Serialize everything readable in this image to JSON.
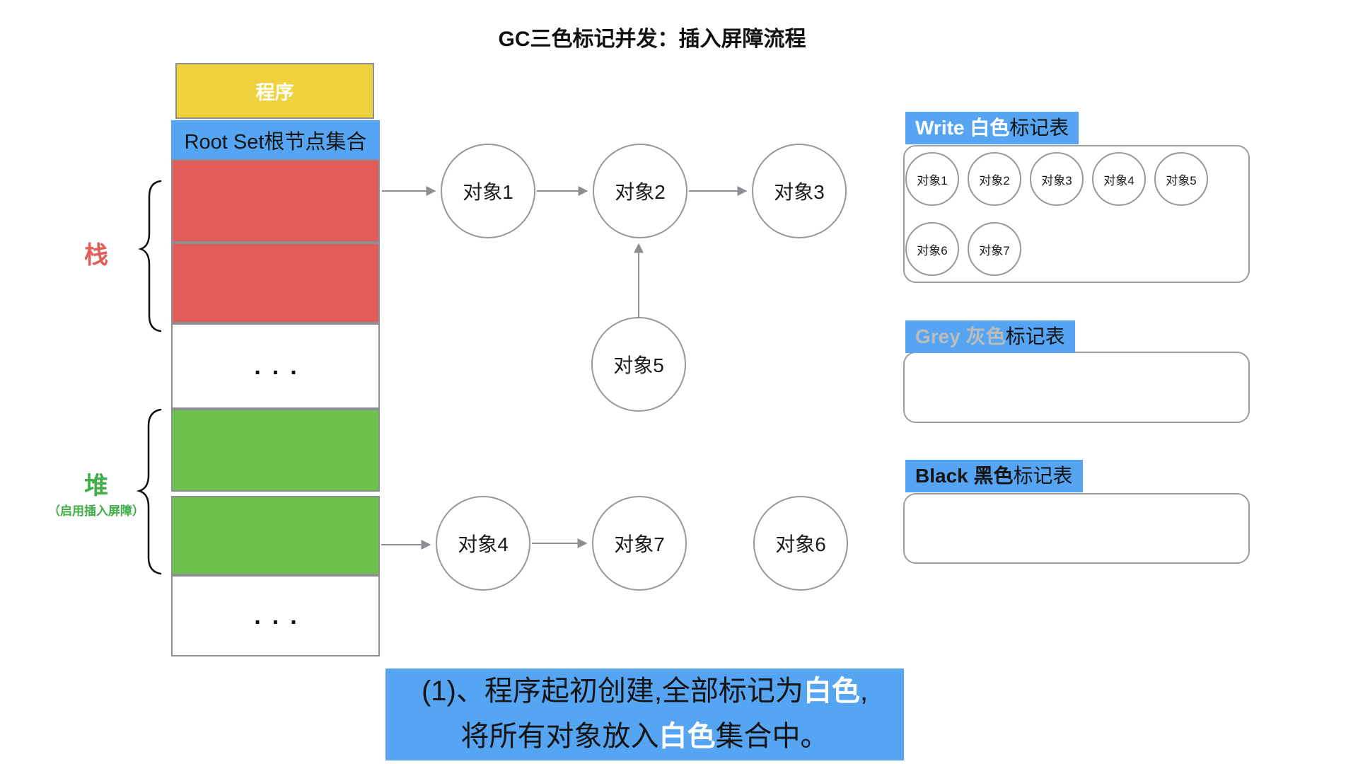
{
  "title": "GC三色标记并发：插入屏障流程",
  "memory": {
    "program": "程序",
    "root_set": "Root Set根节点集合",
    "stack_label": "栈",
    "heap_label": "堆",
    "heap_note": "（启用插入屏障）",
    "ellipsis": "..."
  },
  "nodes": [
    {
      "label": "对象1"
    },
    {
      "label": "对象2"
    },
    {
      "label": "对象3"
    },
    {
      "label": "对象4"
    },
    {
      "label": "对象5"
    },
    {
      "label": "对象6"
    },
    {
      "label": "对象7"
    }
  ],
  "edges": [
    {
      "from": "root-set-stack",
      "to": "对象1"
    },
    {
      "from": "对象1",
      "to": "对象2"
    },
    {
      "from": "对象2",
      "to": "对象3"
    },
    {
      "from": "对象5",
      "to": "对象2"
    },
    {
      "from": "heap",
      "to": "对象4"
    },
    {
      "from": "对象4",
      "to": "对象7"
    }
  ],
  "tables": [
    {
      "title_en": "Write 白色",
      "title_suffix": "标记表",
      "items": [
        "对象1",
        "对象2",
        "对象3",
        "对象4",
        "对象5",
        "对象6",
        "对象7"
      ]
    },
    {
      "title_en": "Grey 灰色",
      "title_suffix": "标记表",
      "items": []
    },
    {
      "title_en": "Black 黑色",
      "title_suffix": "标记表",
      "items": []
    }
  ],
  "caption": {
    "l1a": "(1)、程序起初创建,全部标记为",
    "l1b": "白色",
    "l1c": ",",
    "l2a": "将所有对象放入",
    "l2b": "白色",
    "l2c": "集合中。"
  },
  "colors": {
    "accent_blue": "#55a5f3",
    "stack_red": "#e25d5a",
    "heap_green": "#6cc24c",
    "program_yellow": "#efd23d",
    "grey_label_text": "#bcbcbc",
    "border_grey": "#8d9093",
    "arrow_grey": "#8c8f92"
  }
}
